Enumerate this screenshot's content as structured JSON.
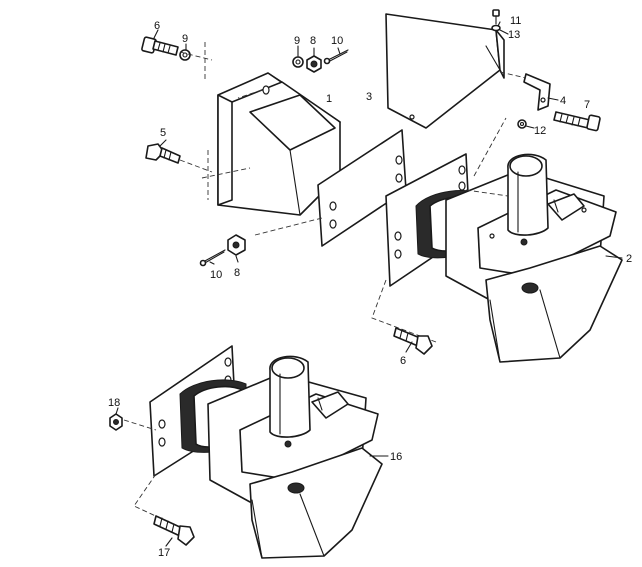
{
  "callouts": [
    {
      "id": "c6a",
      "text": "6"
    },
    {
      "id": "c9a",
      "text": "9"
    },
    {
      "id": "c9b",
      "text": "9"
    },
    {
      "id": "c8a",
      "text": "8"
    },
    {
      "id": "c10a",
      "text": "10"
    },
    {
      "id": "c1",
      "text": "1"
    },
    {
      "id": "c3",
      "text": "3"
    },
    {
      "id": "c11",
      "text": "11"
    },
    {
      "id": "c13",
      "text": "13"
    },
    {
      "id": "c4",
      "text": "4"
    },
    {
      "id": "c7",
      "text": "7"
    },
    {
      "id": "c12",
      "text": "12"
    },
    {
      "id": "c5",
      "text": "5"
    },
    {
      "id": "c10b",
      "text": "10"
    },
    {
      "id": "c8b",
      "text": "8"
    },
    {
      "id": "c2",
      "text": "2"
    },
    {
      "id": "c6b",
      "text": "6"
    },
    {
      "id": "c18",
      "text": "18"
    },
    {
      "id": "c16",
      "text": "16"
    },
    {
      "id": "c17",
      "text": "17"
    }
  ]
}
